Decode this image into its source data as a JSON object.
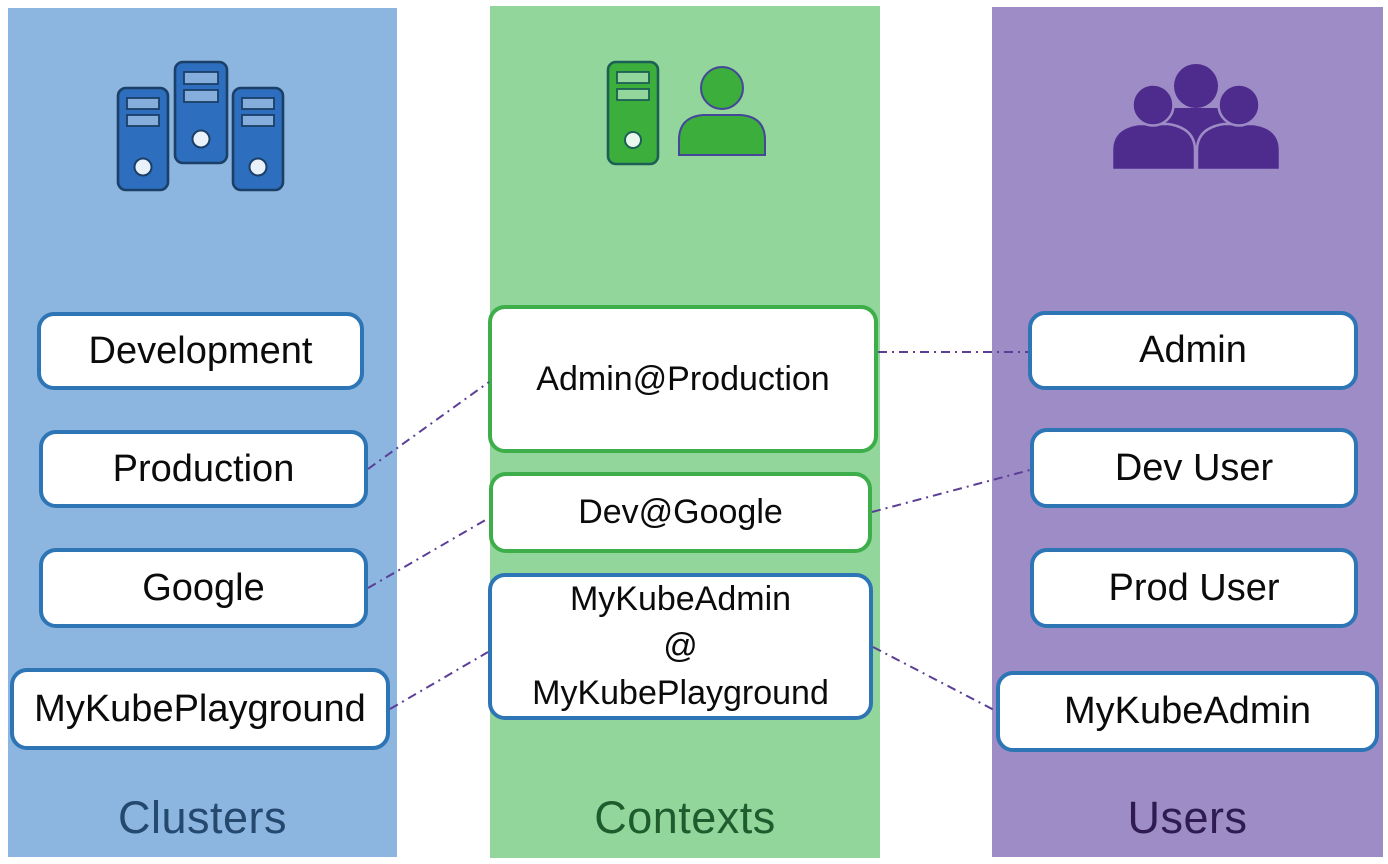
{
  "diagram_title": "kubeconfig clusters / contexts / users diagram",
  "columns": [
    {
      "id": "clusters",
      "label": "Clusters",
      "icon": "server-cluster-icon",
      "bg_color": "#8CB5DF",
      "label_color": "#24486E",
      "box_border_color": "#2E75B6",
      "boxes": [
        {
          "text": "Development"
        },
        {
          "text": "Production"
        },
        {
          "text": "Google"
        },
        {
          "text": "MyKubePlayground"
        }
      ]
    },
    {
      "id": "contexts",
      "label": "Contexts",
      "icon": "server-user-icon",
      "bg_color": "#92D69B",
      "label_color": "#1E5C2E",
      "boxes": [
        {
          "text": "Admin@Production",
          "border_color": "#3DAE49"
        },
        {
          "text": "Dev@Google",
          "border_color": "#3DAE49"
        },
        {
          "text": "MyKubeAdmin @ MyKubePlayground",
          "lines": [
            "MyKubeAdmin",
            "@",
            "MyKubePlayground"
          ],
          "border_color": "#2E75B6"
        }
      ]
    },
    {
      "id": "users",
      "label": "Users",
      "icon": "user-group-icon",
      "bg_color": "#9D8CC5",
      "label_color": "#2F1A52",
      "box_border_color": "#2E75B6",
      "boxes": [
        {
          "text": "Admin"
        },
        {
          "text": "Dev User"
        },
        {
          "text": "Prod User"
        },
        {
          "text": "MyKubeAdmin"
        }
      ]
    }
  ],
  "connections": [
    {
      "from": "Production",
      "to": "Admin@Production"
    },
    {
      "from": "Admin@Production",
      "to": "Admin"
    },
    {
      "from": "Google",
      "to": "Dev@Google"
    },
    {
      "from": "Dev@Google",
      "to": "Dev User"
    },
    {
      "from": "MyKubePlayground",
      "to": "MyKubeAdmin @ MyKubePlayground"
    },
    {
      "from": "MyKubeAdmin @ MyKubePlayground",
      "to": "MyKubeAdmin"
    }
  ],
  "connector_style": {
    "color": "#5B3E96",
    "pattern": "dash-dot"
  },
  "icon_colors": {
    "cluster_server_fill": "#2D6EBF",
    "cluster_server_outline": "#1B3F66",
    "context_server_fill": "#3BAE3C",
    "context_server_outline": "#1C5F56",
    "context_person_outline": "#45459A",
    "users_group_fill": "#4E2C8E"
  }
}
